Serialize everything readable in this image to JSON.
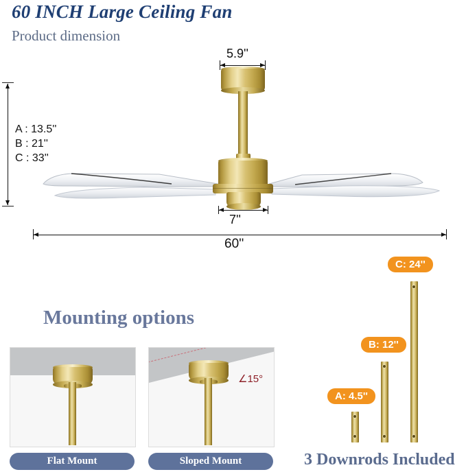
{
  "header": {
    "title": "60 INCH Large Ceiling Fan",
    "subtitle": "Product dimension"
  },
  "dimensions": {
    "abc_label": "A : 13.5''\nB : 21''\nC : 33''",
    "abc_lines": [
      "A : 13.5''",
      "B : 21''",
      "C : 33''"
    ],
    "canopy_width": "5.9''",
    "motor_width": "7''",
    "blade_span": "60''"
  },
  "mounting": {
    "section_title": "Mounting options",
    "options": [
      {
        "label": "Flat Mount",
        "angle": ""
      },
      {
        "label": "Sloped Mount",
        "angle": "∠15°"
      }
    ]
  },
  "downrods": {
    "section_title": "3 Downrods Included",
    "items": [
      {
        "badge": "A: 4.5''",
        "length_in": 4.5
      },
      {
        "badge": "B: 12''",
        "length_in": 12
      },
      {
        "badge": "C: 24''",
        "length_in": 24
      }
    ]
  },
  "colors": {
    "title_navy": "#1f3f73",
    "subtitle_slate": "#5c6b86",
    "section_slate": "#69789c",
    "pill_blue": "#5e729b",
    "badge_orange": "#f2931e",
    "angle_red": "#8e2129",
    "ceiling_gray": "#c3c5c7"
  }
}
